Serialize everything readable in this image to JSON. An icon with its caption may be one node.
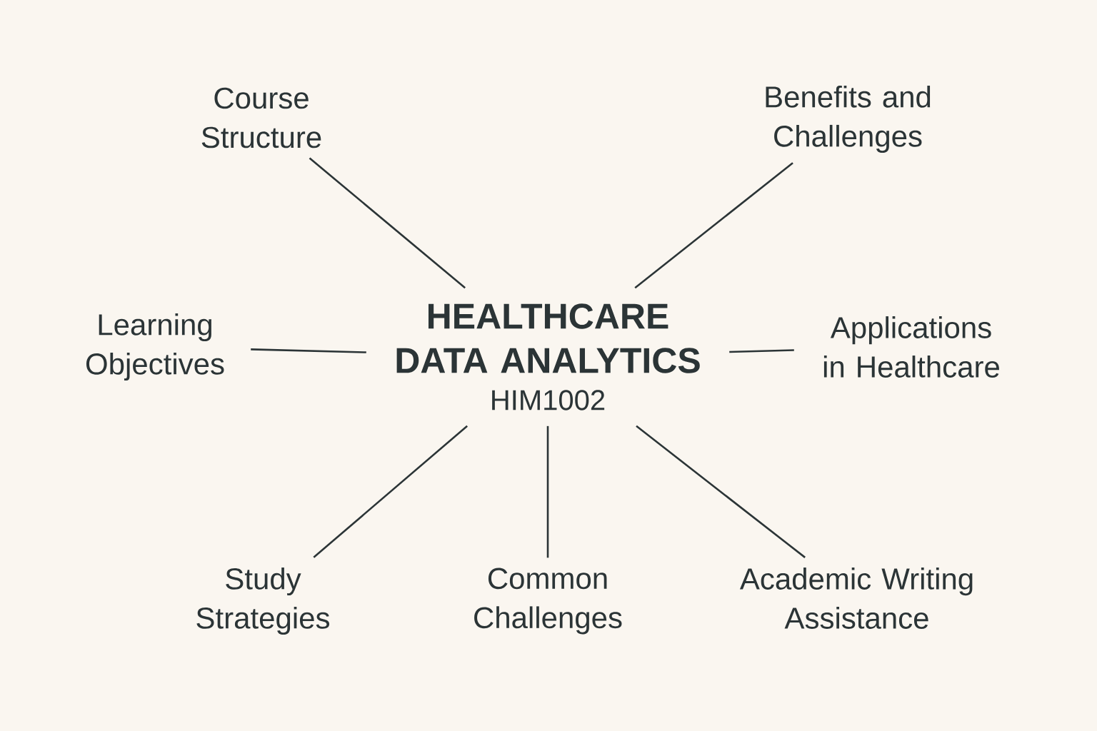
{
  "diagram": {
    "nodes": [
      {
        "text": [
          "HEALTHCARE DATA ANALYTICS",
          "HIM1002"
        ]
      },
      {
        "text": [
          "Course Structure"
        ]
      },
      {
        "text": [
          "Benefits and Challenges"
        ]
      },
      {
        "text": [
          "Learning Objectives"
        ]
      },
      {
        "text": [
          "Applications in Healthcare"
        ]
      },
      {
        "text": [
          "Study Strategies"
        ]
      },
      {
        "text": [
          "Common Challenges"
        ]
      },
      {
        "text": [
          "Academic Writing Assistance"
        ]
      }
    ],
    "edges": [
      {
        "from": 0,
        "to": 1,
        "arrow": "none"
      },
      {
        "from": 0,
        "to": 2,
        "arrow": "none"
      },
      {
        "from": 0,
        "to": 3,
        "arrow": "none"
      },
      {
        "from": 0,
        "to": 4,
        "arrow": "none"
      },
      {
        "from": 0,
        "to": 5,
        "arrow": "none"
      },
      {
        "from": 0,
        "to": 6,
        "arrow": "none"
      },
      {
        "from": 0,
        "to": 7,
        "arrow": "none"
      }
    ]
  }
}
